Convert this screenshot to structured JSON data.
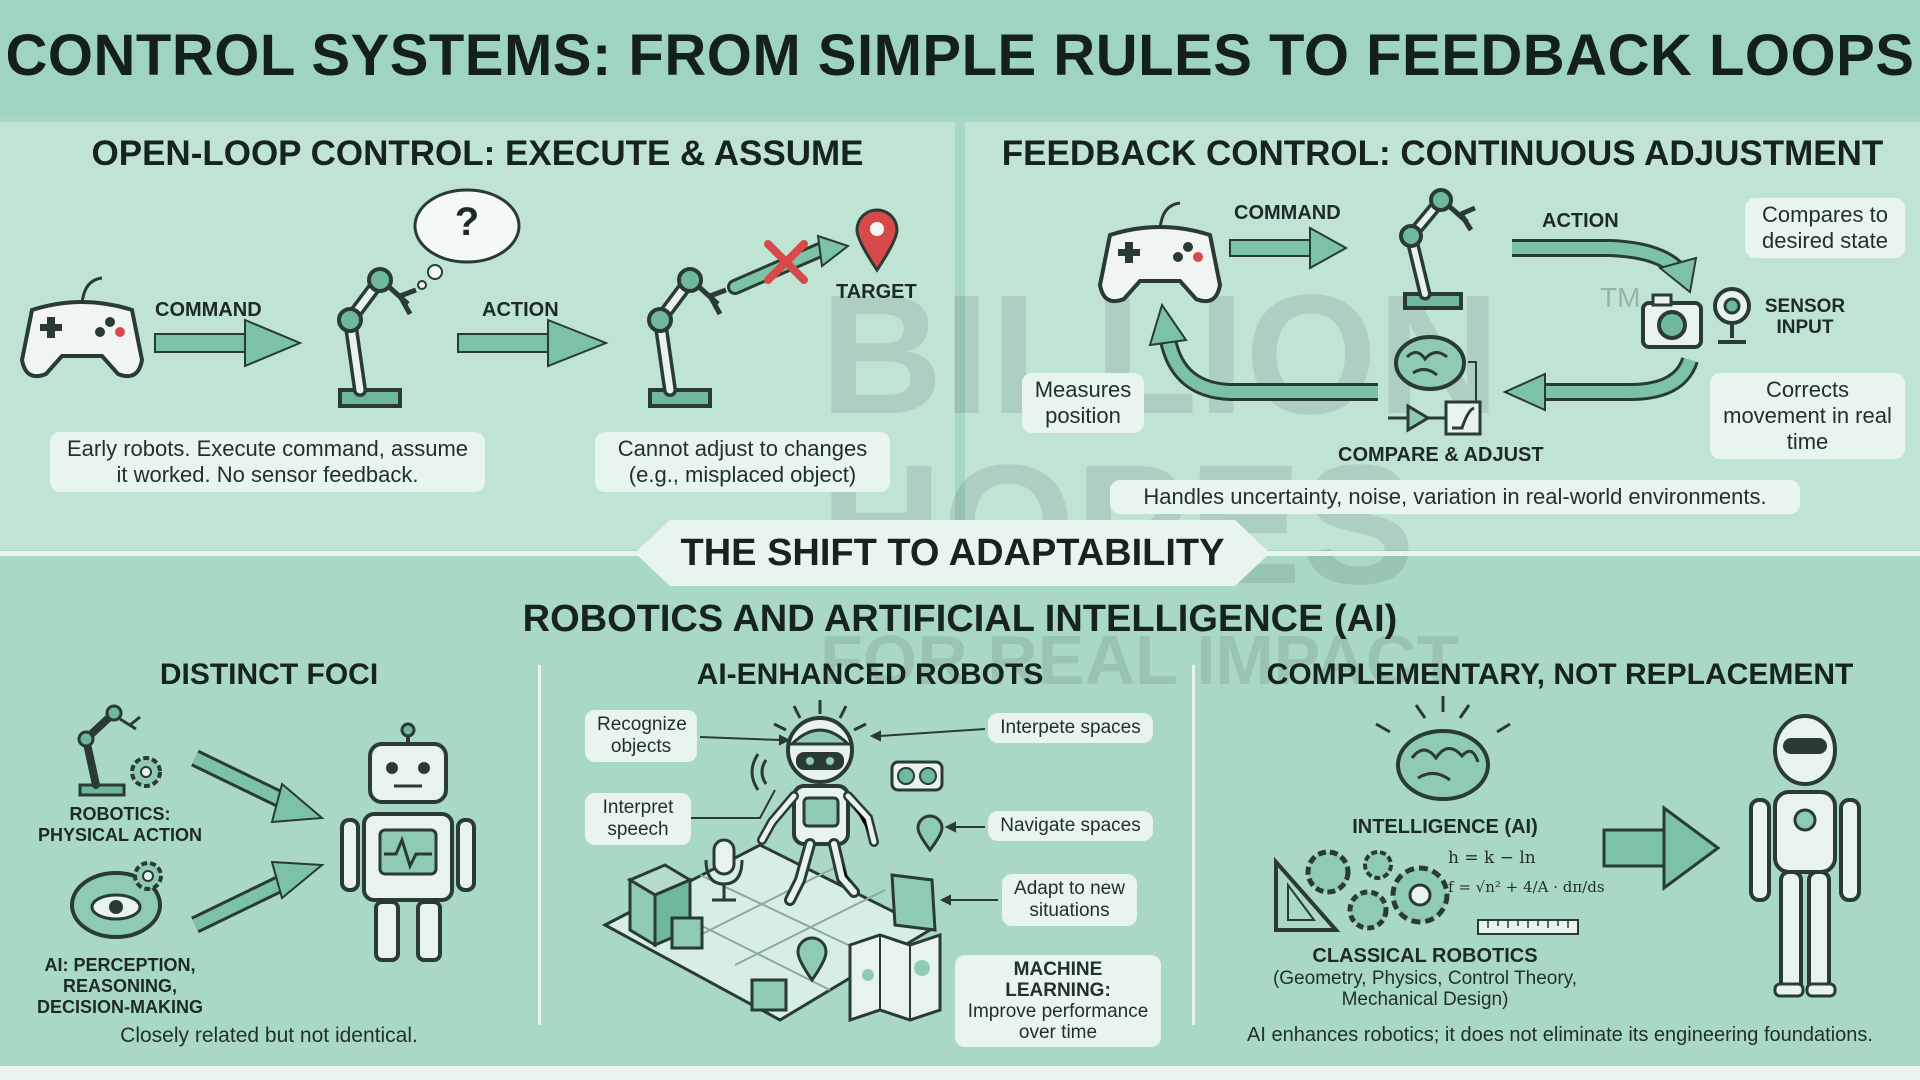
{
  "title": "CONTROL SYSTEMS: FROM SIMPLE RULES TO FEEDBACK LOOPS",
  "open_loop": {
    "title": "OPEN-LOOP CONTROL: EXECUTE & ASSUME",
    "command_label": "COMMAND",
    "action_label": "ACTION",
    "thought": "?",
    "target_label": "TARGET",
    "note_left": "Early robots. Execute command, assume it worked. No sensor feedback.",
    "note_right": "Cannot adjust to changes (e.g., misplaced object)"
  },
  "feedback": {
    "title": "FEEDBACK CONTROL: CONTINUOUS ADJUSTMENT",
    "command_label": "COMMAND",
    "action_label": "ACTION",
    "compares_note": "Compares to desired state",
    "sensor_label": "SENSOR INPUT",
    "corrects_note": "Corrects movement in real time",
    "measures_note": "Measures position",
    "compare_label": "COMPARE & ADJUST",
    "footer": "Handles uncertainty, noise, variation in real-world environments."
  },
  "shift_banner": "THE SHIFT TO ADAPTABILITY",
  "robotics_ai_title": "ROBOTICS AND ARTIFICIAL INTELLIGENCE (AI)",
  "distinct": {
    "title": "DISTINCT FOCI",
    "robotics_label": "ROBOTICS: PHYSICAL ACTION",
    "ai_label": "AI: PERCEPTION, REASONING, DECISION-MAKING",
    "caption": "Closely related but not identical."
  },
  "enhanced": {
    "title": "AI-ENHANCED ROBOTS",
    "recognize": "Recognize objects",
    "interpret_speech": "Interpret speech",
    "interpete_spaces": "Interpete spaces",
    "navigate": "Navigate spaces",
    "adapt": "Adapt to new situations",
    "ml_title": "MACHINE LEARNING:",
    "ml_text": "Improve performance over time"
  },
  "complementary": {
    "title": "COMPLEMENTARY, NOT REPLACEMENT",
    "intelligence_label": "INTELLIGENCE (AI)",
    "classical_title": "CLASSICAL ROBOTICS",
    "classical_sub": "(Geometry, Physics, Control Theory, Mechanical Design)",
    "caption": "AI enhances robotics; it does not eliminate its engineering foundations.",
    "formula1": "h = k − ln",
    "formula2": "f = √n² + 4/A · dπ/ds"
  },
  "watermark": {
    "line1": "BILLION",
    "line2": "HOPES",
    "tagline": "FOR REAL IMPACT",
    "tm": "TM"
  },
  "colors": {
    "accent": "#6fb89c",
    "arrow": "#7cc3a6",
    "stroke": "#2a3a34",
    "red": "#d84a4a",
    "background": "#a8d8c5"
  }
}
